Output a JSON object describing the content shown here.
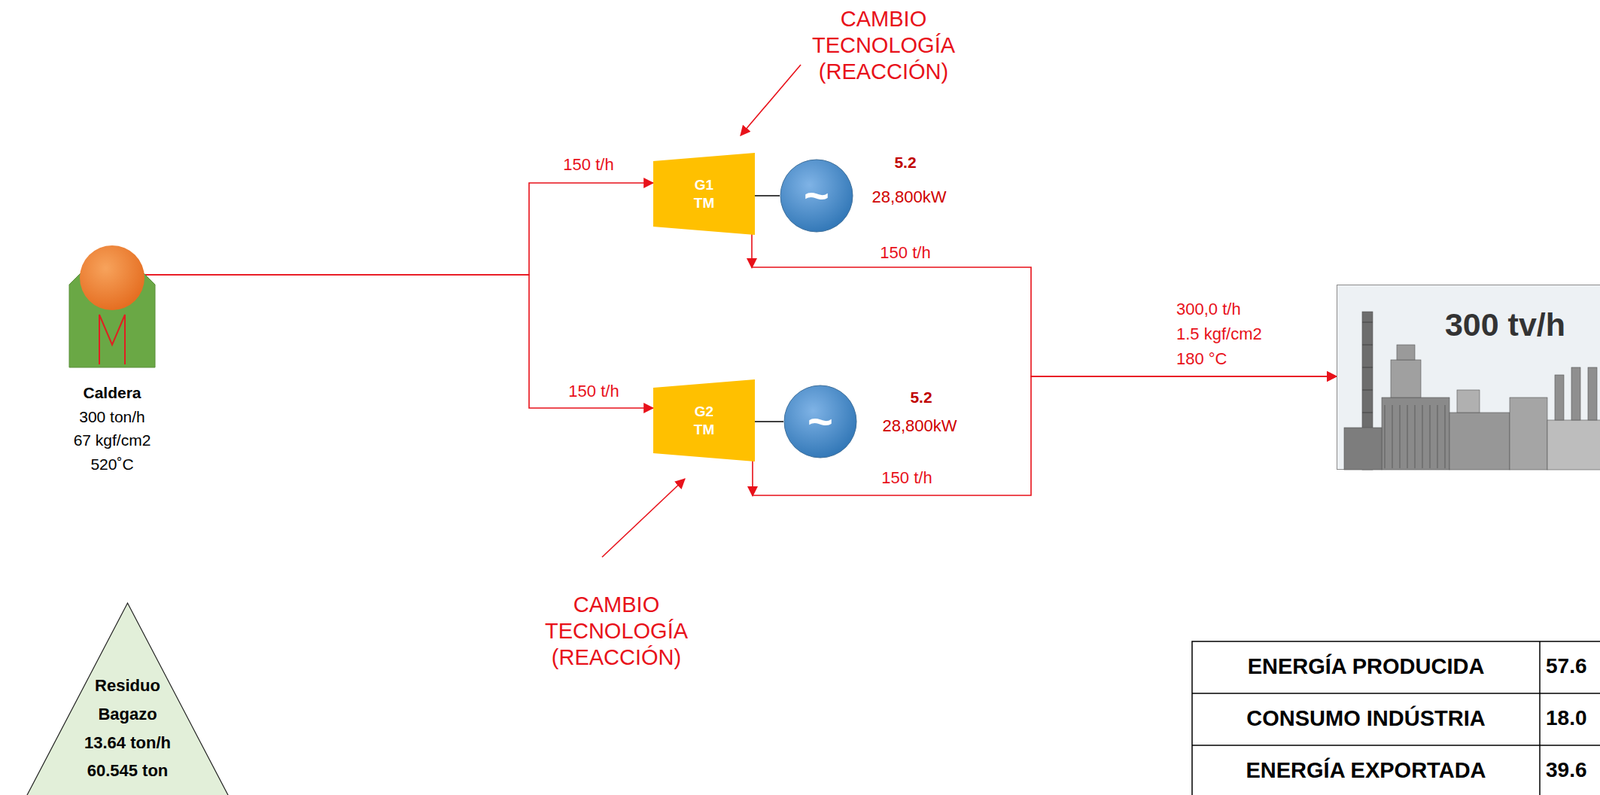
{
  "diagram": {
    "nodes": [
      {
        "text": [
          "Caldera",
          "300 ton/h",
          "67 kgf/cm2",
          "520˚C"
        ]
      },
      {
        "text": [
          "G1 TM"
        ]
      },
      {
        "text": [
          "~"
        ]
      },
      {
        "text": [
          "G2 TM"
        ]
      },
      {
        "text": [
          "~"
        ]
      },
      {
        "text": [
          "300 tv/h"
        ]
      },
      {
        "text": [
          "Residuo Bagazo",
          "13.64 ton/h",
          "60.545 ton"
        ]
      }
    ],
    "edges": [
      {
        "from": 0,
        "to": 1,
        "label": "150 t/h",
        "arrow": "to"
      },
      {
        "from": 0,
        "to": 3,
        "label": "150 t/h",
        "arrow": "to"
      },
      {
        "from": 1,
        "to": 5,
        "label": "150 t/h",
        "arrow": "to"
      },
      {
        "from": 3,
        "to": 5,
        "label": "150 t/h",
        "arrow": "to"
      },
      {
        "from": 1,
        "to": 2,
        "arrow": "none"
      },
      {
        "from": 3,
        "to": 4,
        "arrow": "none"
      }
    ],
    "labels": [
      "CAMBIO TECNOLOGÍA (REACCIÓN)",
      "5.2",
      "28,800kW",
      "5.2",
      "28,800kW",
      "300,0 t/h",
      "1.5 kgf/cm2",
      "180 °C",
      "CAMBIO TECNOLOGÍA (REACCIÓN)",
      "ENERGÍA PRODUCIDA",
      "57.6",
      "CONSUMO INDÚSTRIA",
      "18.0",
      "ENERGÍA EXPORTADA",
      "39.6"
    ]
  }
}
